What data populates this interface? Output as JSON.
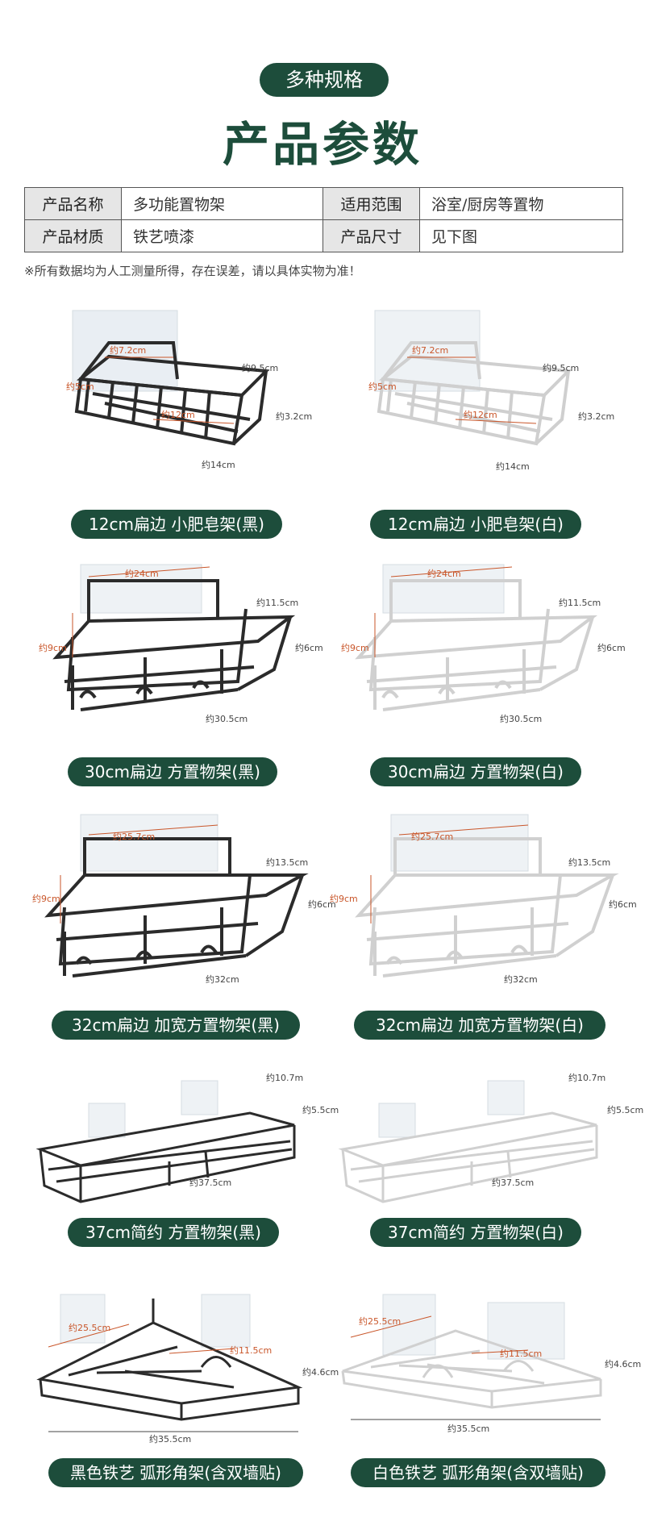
{
  "header": {
    "badge": "多种规格",
    "title": "产品参数"
  },
  "specs": {
    "row1": {
      "k1": "产品名称",
      "v1": "多功能置物架",
      "k2": "适用范围",
      "v2": "浴室/厨房等置物"
    },
    "row2": {
      "k1": "产品材质",
      "v1": "铁艺喷漆",
      "k2": "产品尺寸",
      "v2": "见下图"
    }
  },
  "note": "※所有数据均为人工测量所得，存在误差，请以具体实物为准！",
  "colors": {
    "accent": "#1d4d3b",
    "dim_orange": "#c9562a"
  },
  "products": [
    {
      "label": "12cm扁边 小肥皂架(黑)",
      "color": "black",
      "dims": {
        "w": "约7.2cm",
        "h": "约5cm",
        "inner": "约12cm",
        "depth": "约9.5cm",
        "tall": "约3.2cm",
        "len": "约14cm"
      }
    },
    {
      "label": "12cm扁边 小肥皂架(白)",
      "color": "white",
      "dims": {
        "w": "约7.2cm",
        "h": "约5cm",
        "inner": "约12cm",
        "depth": "约9.5cm",
        "tall": "约3.2cm",
        "len": "约14cm"
      }
    },
    {
      "label": "30cm扁边 方置物架(黑)",
      "color": "black",
      "dims": {
        "w": "约24cm",
        "h": "约9cm",
        "depth": "约11.5cm",
        "tall": "约6cm",
        "len": "约30.5cm"
      }
    },
    {
      "label": "30cm扁边 方置物架(白)",
      "color": "white",
      "dims": {
        "w": "约24cm",
        "h": "约9cm",
        "depth": "约11.5cm",
        "tall": "约6cm",
        "len": "约30.5cm"
      }
    },
    {
      "label": "32cm扁边 加宽方置物架(黑)",
      "color": "black",
      "dims": {
        "w": "约25.7cm",
        "h": "约9cm",
        "depth": "约13.5cm",
        "tall": "约6cm",
        "len": "约32cm"
      }
    },
    {
      "label": "32cm扁边 加宽方置物架(白)",
      "color": "white",
      "dims": {
        "w": "约25.7cm",
        "h": "约9cm",
        "depth": "约13.5cm",
        "tall": "约6cm",
        "len": "约32cm"
      }
    },
    {
      "label": "37cm简约 方置物架(黑)",
      "color": "black",
      "dims": {
        "depth": "约10.7m",
        "tall": "约5.5cm",
        "len": "约37.5cm"
      }
    },
    {
      "label": "37cm简约 方置物架(白)",
      "color": "white",
      "dims": {
        "depth": "约10.7m",
        "tall": "约5.5cm",
        "len": "约37.5cm"
      }
    },
    {
      "label": "黑色铁艺 弧形角架(含双墙贴)",
      "color": "black",
      "dims": {
        "w": "约25.5cm",
        "inner": "约11.5cm",
        "tall": "约4.6cm",
        "len": "约35.5cm"
      }
    },
    {
      "label": "白色铁艺 弧形角架(含双墙贴)",
      "color": "white",
      "dims": {
        "w": "约25.5cm",
        "inner": "约11.5cm",
        "tall": "约4.6cm",
        "len": "约35.5cm"
      }
    }
  ]
}
